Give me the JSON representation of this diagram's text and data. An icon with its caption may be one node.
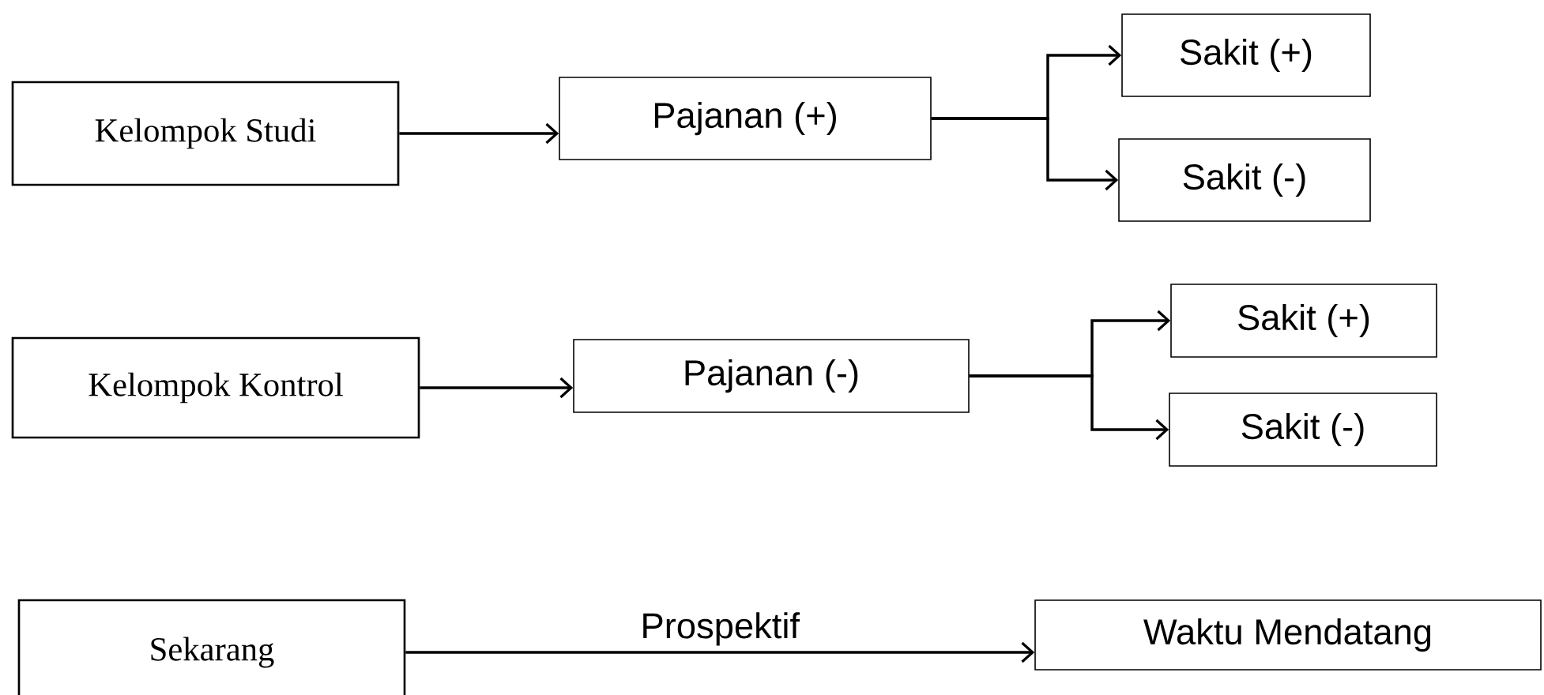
{
  "diagram": {
    "nodes": [
      {
        "text": [
          "Kelompok Studi"
        ]
      },
      {
        "text": [
          "Pajanan (+)"
        ]
      },
      {
        "text": [
          "Sakit (+)"
        ]
      },
      {
        "text": [
          "Sakit (-)"
        ]
      },
      {
        "text": [
          "Kelompok Kontrol"
        ]
      },
      {
        "text": [
          "Pajanan (-)"
        ]
      },
      {
        "text": [
          "Sakit (+)"
        ]
      },
      {
        "text": [
          "Sakit (-)"
        ]
      },
      {
        "text": [
          "Sekarang"
        ]
      },
      {
        "text": [
          "Waktu Mendatang"
        ]
      }
    ],
    "edges": [
      {
        "from": 0,
        "to": 1,
        "arrow": "to"
      },
      {
        "from": 1,
        "to": 2,
        "arrow": "to"
      },
      {
        "from": 1,
        "to": 3,
        "arrow": "to"
      },
      {
        "from": 4,
        "to": 5,
        "arrow": "to"
      },
      {
        "from": 5,
        "to": 6,
        "arrow": "to"
      },
      {
        "from": 5,
        "to": 7,
        "arrow": "to"
      },
      {
        "from": 8,
        "to": 9,
        "arrow": "to",
        "label": "Prospektif"
      }
    ]
  }
}
